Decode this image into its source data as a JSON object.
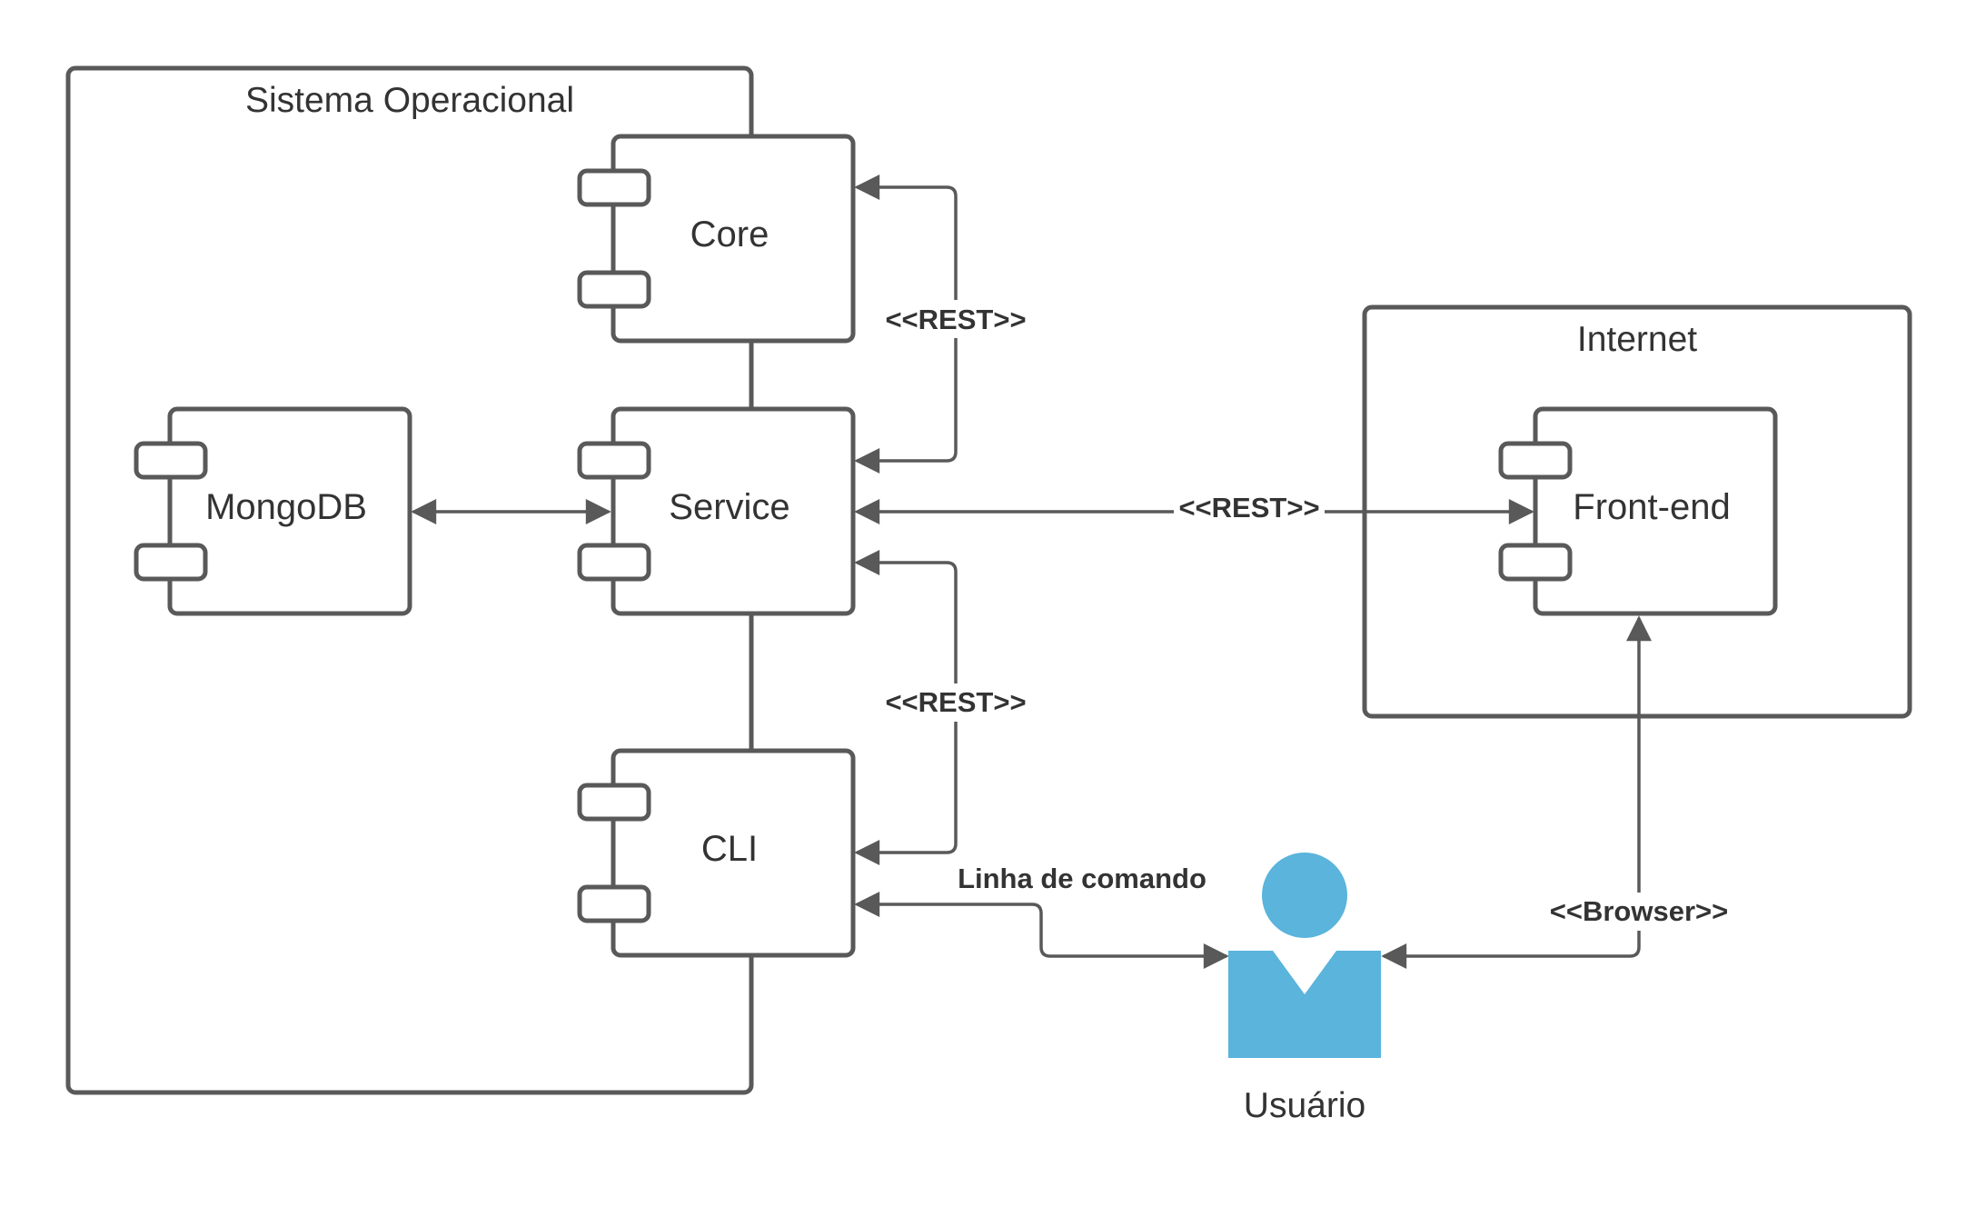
{
  "colors": {
    "stroke": "#595959",
    "text": "#333333",
    "actor": "#5ab4dc",
    "background": "#ffffff"
  },
  "groups": {
    "os": {
      "label": "Sistema Operacional"
    },
    "internet": {
      "label": "Internet"
    }
  },
  "components": {
    "core": {
      "label": "Core"
    },
    "service": {
      "label": "Service"
    },
    "mongodb": {
      "label": "MongoDB"
    },
    "cli": {
      "label": "CLI"
    },
    "frontend": {
      "label": "Front-end"
    }
  },
  "actor": {
    "label": "Usuário",
    "icon": "user-icon"
  },
  "connections": {
    "core_service": {
      "label": "<<REST>>"
    },
    "service_frontend": {
      "label": "<<REST>>"
    },
    "cli_service": {
      "label": "<<REST>>"
    },
    "cli_user": {
      "label": "Linha de comando"
    },
    "user_frontend": {
      "label": "<<Browser>>"
    }
  }
}
